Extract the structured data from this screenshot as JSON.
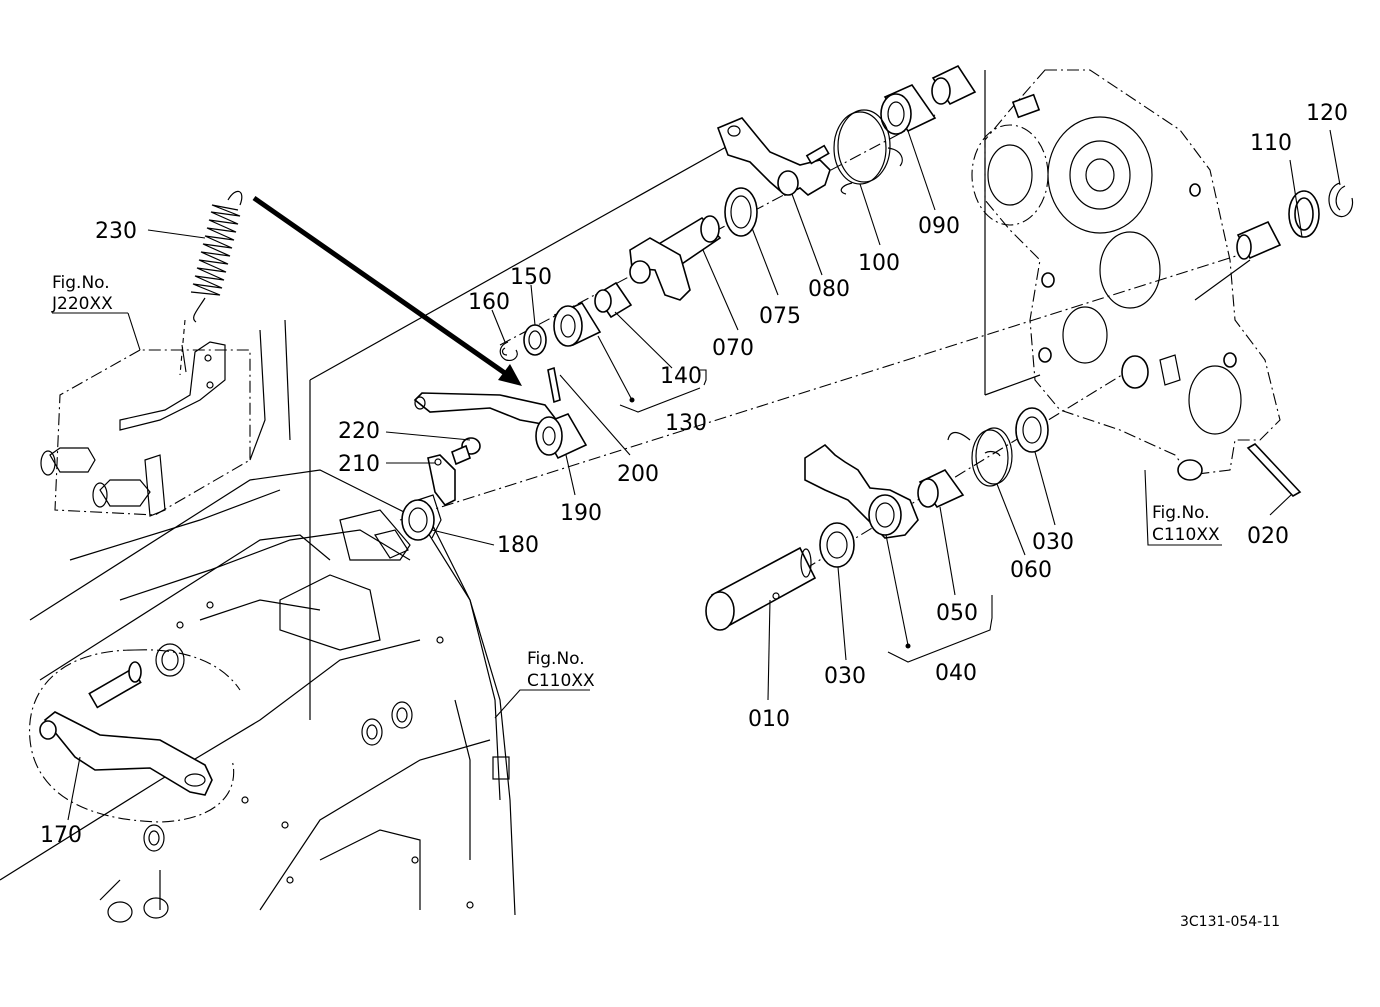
{
  "labels": {
    "p010": "010",
    "p020": "020",
    "p030a": "030",
    "p030b": "030",
    "p040": "040",
    "p050": "050",
    "p060": "060",
    "p070": "070",
    "p075": "075",
    "p080": "080",
    "p090": "090",
    "p100": "100",
    "p110": "110",
    "p120": "120",
    "p130": "130",
    "p140": "140",
    "p150": "150",
    "p160": "160",
    "p170": "170",
    "p180": "180",
    "p190": "190",
    "p200": "200",
    "p210": "210",
    "p220": "220",
    "p230": "230"
  },
  "fig_refs": {
    "j220_top": "Fig.No.",
    "j220_code": "J220XX",
    "c110_right_top": "Fig.No.",
    "c110_right_code": "C110XX",
    "c110_mid_top": "Fig.No.",
    "c110_mid_code": "C110XX"
  },
  "diagram_code": "3C131-054-11"
}
